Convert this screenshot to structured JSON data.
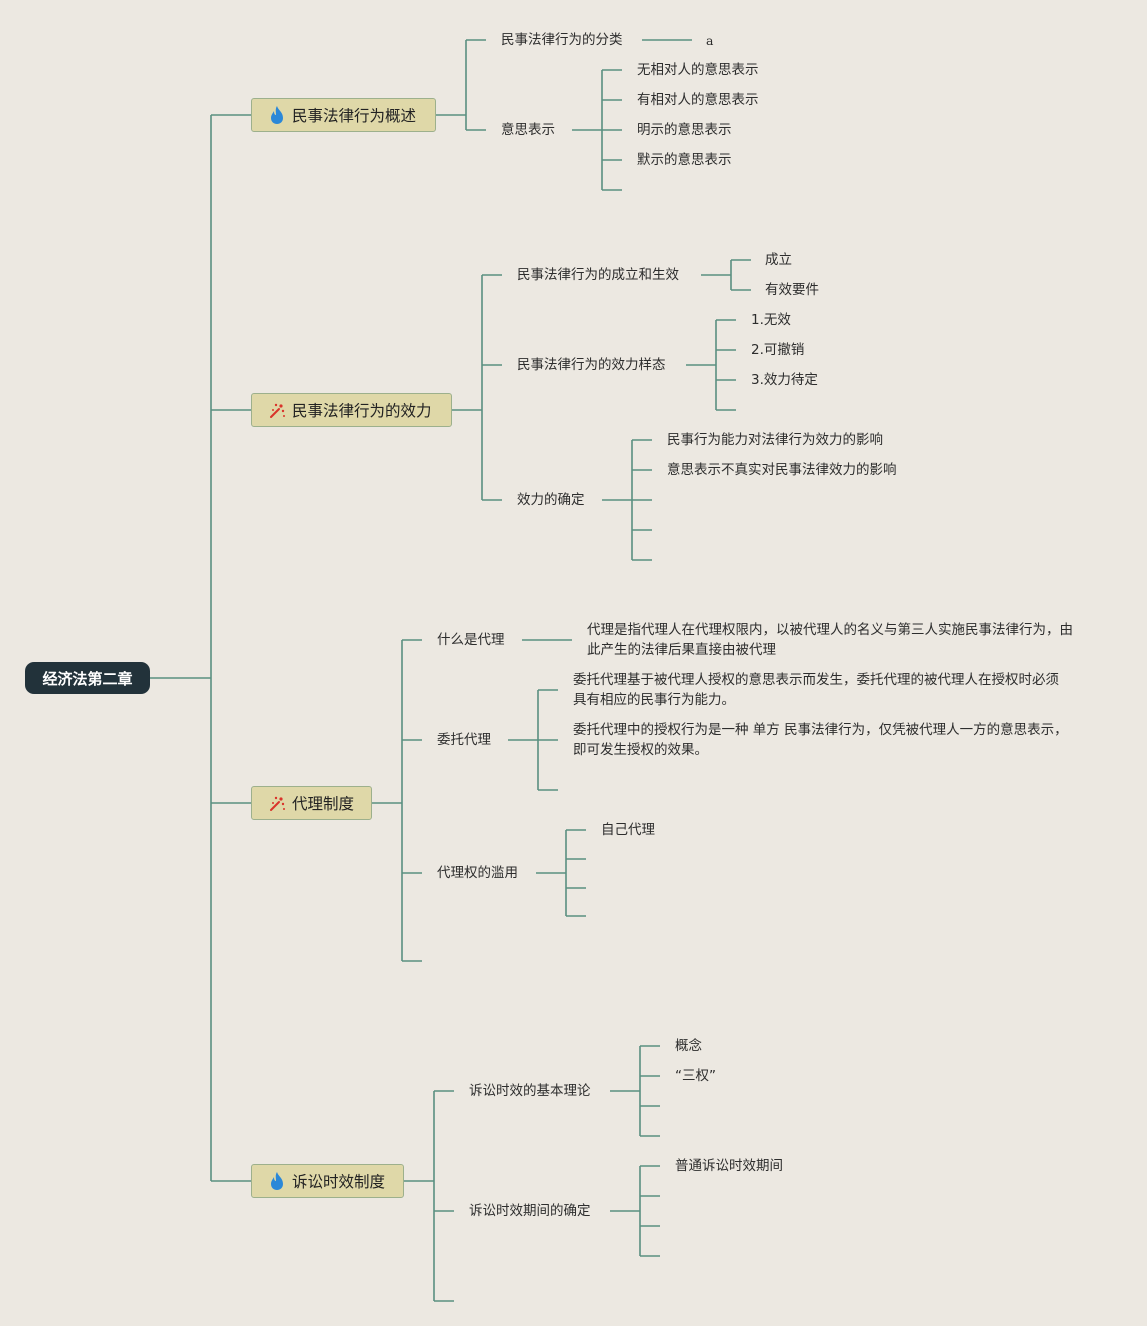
{
  "root": {
    "label": "经济法第二章"
  },
  "topics": {
    "t1": {
      "label": "民事法律行为概述",
      "icon": "fire-icon",
      "icon_color": "#2b88d8"
    },
    "t2": {
      "label": "民事法律行为的效力",
      "icon": "sparkle-icon",
      "icon_color": "#d9342b"
    },
    "t3": {
      "label": "代理制度",
      "icon": "sparkle-icon",
      "icon_color": "#d9342b"
    },
    "t4": {
      "label": "诉讼时效制度",
      "icon": "fire-icon",
      "icon_color": "#2b88d8"
    }
  },
  "t1": {
    "classify": {
      "label": "民事法律行为的分类",
      "child": "a"
    },
    "intent": {
      "label": "意思表示",
      "children": [
        "无相对人的意思表示",
        "有相对人的意思表示",
        "明示的意思表示",
        "默示的意思表示"
      ]
    }
  },
  "t2": {
    "establish": {
      "label": "民事法律行为的成立和生效",
      "children": [
        "成立",
        "有效要件"
      ]
    },
    "forms": {
      "label": "民事法律行为的效力样态",
      "children": [
        "1.无效",
        "2.可撤销",
        "3.效力待定"
      ]
    },
    "determine": {
      "label": "效力的确定",
      "children": [
        "民事行为能力对法律行为效力的影响",
        "意思表示不真实对民事法律效力的影响"
      ]
    }
  },
  "t3": {
    "what": {
      "label": "什么是代理",
      "text": "代理是指代理人在代理权限内，以被代理人的名义与第三人实施民事法律行为，由此产生的法律后果直接由被代理"
    },
    "entrust": {
      "label": "委托代理",
      "children": [
        "委托代理基于被代理人授权的意思表示而发生，委托代理的被代理人在授权时必须具有相应的民事行为能力。",
        "委托代理中的授权行为是一种 单方 民事法律行为，仅凭被代理人一方的意思表示，即可发生授权的效果。"
      ]
    },
    "abuse": {
      "label": "代理权的滥用",
      "children": [
        "自己代理"
      ]
    }
  },
  "t4": {
    "theory": {
      "label": "诉讼时效的基本理论",
      "children": [
        "概念",
        "“三权”"
      ]
    },
    "period": {
      "label": "诉讼时效期间的确定",
      "children": [
        "普通诉讼时效期间"
      ]
    }
  }
}
